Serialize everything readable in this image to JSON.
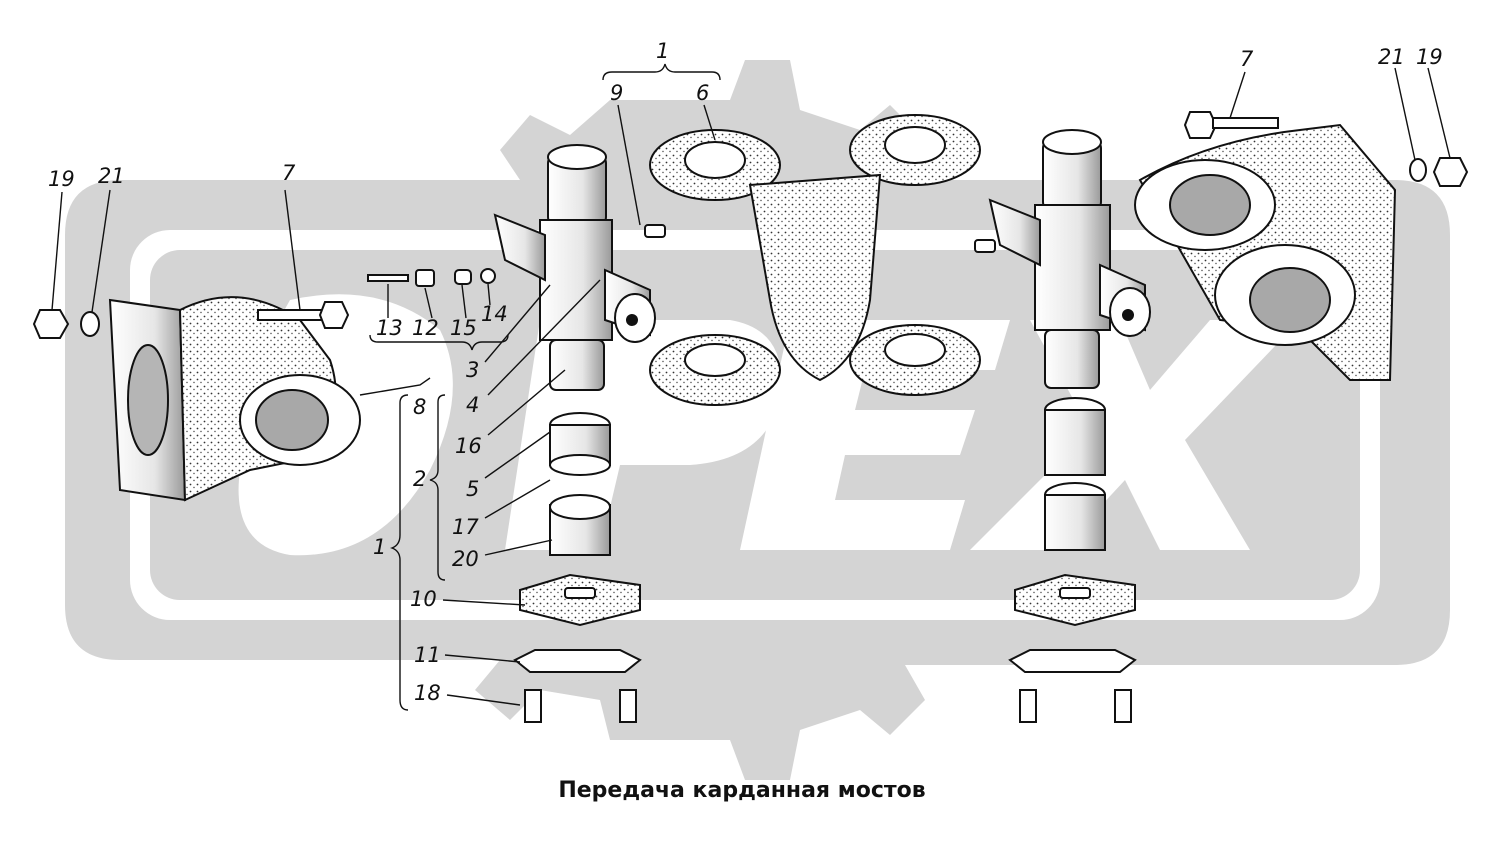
{
  "caption": "Передача карданная мостов",
  "colors": {
    "watermark": "#d4d4d4",
    "line": "#111111",
    "metal_light": "#ffffff",
    "metal_shade": "#9a9a9a"
  },
  "watermark": {
    "letters": "OPEX",
    "shape": "gear-badge"
  },
  "callouts": {
    "l1_top": "1",
    "l9": "9",
    "l6": "6",
    "l7_right": "7",
    "l21_right": "21",
    "l19_right": "19",
    "l19_left": "19",
    "l21_left": "21",
    "l7_left": "7",
    "l13": "13",
    "l12": "12",
    "l15": "15",
    "l14": "14",
    "l3": "3",
    "l4": "4",
    "l8": "8",
    "l16": "16",
    "l2": "2",
    "l5": "5",
    "l17": "17",
    "l1_side": "1",
    "l20": "20",
    "l10": "10",
    "l11": "11",
    "l18": "18"
  }
}
